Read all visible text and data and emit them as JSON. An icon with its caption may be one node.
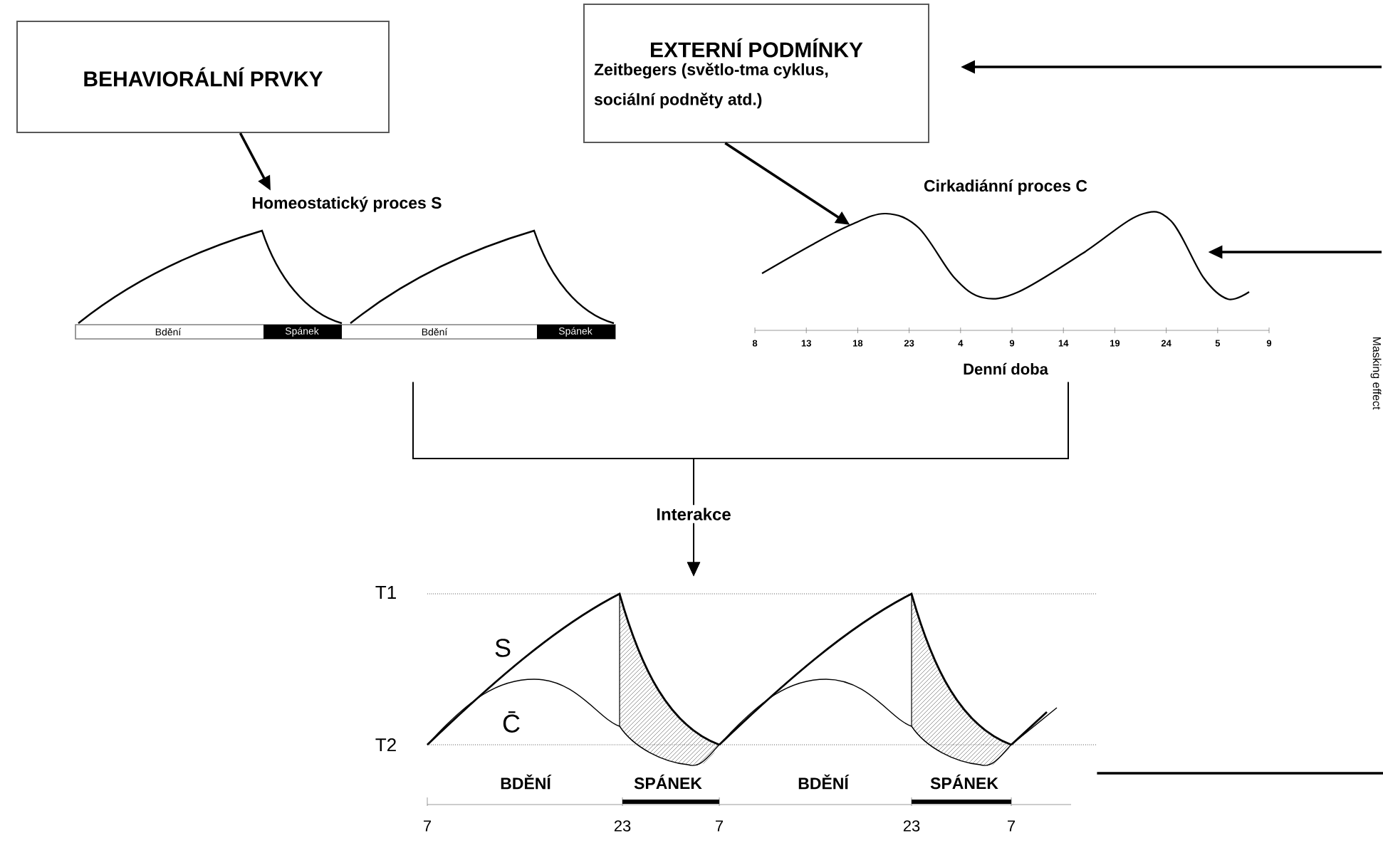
{
  "diagram": {
    "nodes": [
      {
        "text": [
          "BEHAVIORÁLNÍ PRVKY"
        ]
      },
      {
        "text": [
          "EXTERNÍ PODMÍNKY",
          "Zeitbegers (světlo-tma cyklus, sociální podněty atd.)"
        ]
      },
      {
        "text": [
          "Homeostatický proces S"
        ]
      },
      {
        "text": [
          "Cirkadiánní proces C"
        ]
      },
      {
        "text": [],
        "shape": "picture"
      }
    ],
    "edges": [
      {
        "from": 0,
        "to": 2,
        "arrow": "to"
      },
      {
        "from": 1,
        "to": 3,
        "arrow": "to"
      },
      {
        "from": 2,
        "to": 4,
        "arrow": "to",
        "label": "Interakce"
      },
      {
        "from": 3,
        "to": 4,
        "arrow": "to"
      },
      {
        "from": null,
        "to": 1,
        "arrow": "to"
      },
      {
        "from": null,
        "to": 3,
        "arrow": "to"
      },
      {
        "from": 4,
        "to": null,
        "arrow": "none"
      }
    ],
    "labels": [
      "Bdění",
      "Spánek",
      "Bdění",
      "Spánek",
      "8",
      "13",
      "18",
      "23",
      "4",
      "9",
      "14",
      "19",
      "24",
      "5",
      "9",
      "Denní doba",
      "T1",
      "T2",
      "S",
      "C̄",
      "BDĚNÍ",
      "SPÁNEK",
      "BDĚNÍ",
      "SPÁNEK",
      "7",
      "23",
      "7",
      "23",
      "7",
      "Masking effect"
    ]
  }
}
